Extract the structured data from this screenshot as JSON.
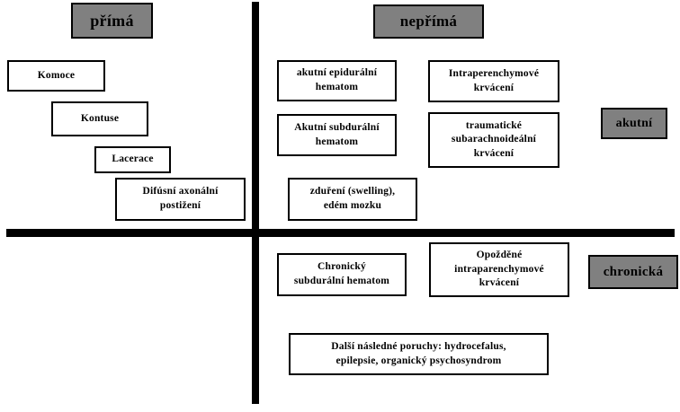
{
  "headers": {
    "prima": "přímá",
    "neprima": "nepřímá",
    "akutni": "akutní",
    "chronicka": "chronická"
  },
  "nodes": {
    "komoce": "Komoce",
    "kontuse": "Kontuse",
    "lacerace": "Lacerace",
    "difusni_axonalni": "Difúsní axonální\npostižení",
    "akutni_epiduralni": "akutní epidurální\nhematom",
    "intraperenchymove": "Intraperenchymové\nkrvácení",
    "akutni_subduralni": "Akutní subdurální\nhematom",
    "traumaticke_subarachnoidealni": "traumatické\nsubarachnoideální\nkrvácení",
    "zdureni": "zduření (swelling),\nedém mozku",
    "chronicky_subduralni": "Chronický\nsubdurální hematom",
    "opozdene_intraparenchymove": "Opožděné\nintraparenchymové\nkrvácení",
    "dalsi_nasledne": "Další následné poruchy: hydrocefalus,\nepilepsie, organický psychosyndrom"
  },
  "colors": {
    "page_bg": "#ffffff",
    "header_fill": "#808080",
    "node_fill": "#ffffff",
    "border": "#000000",
    "divider": "#000000"
  }
}
